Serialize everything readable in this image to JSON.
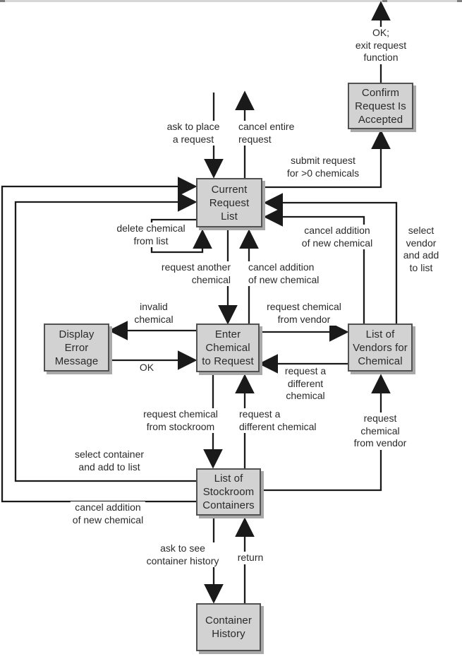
{
  "diagram": {
    "type": "state-diagram",
    "subject": "chemical request function workflow"
  },
  "colors": {
    "background": "#ffffff",
    "box_fill": "#d2d2d2",
    "box_border": "#525252",
    "box_shadow": "#a9a9a9",
    "line": "#1a1a1a",
    "text": "#2a2a2a"
  },
  "states": {
    "confirm_request": {
      "label": "Confirm\nRequest Is\nAccepted"
    },
    "current_request_list": {
      "label": "Current\nRequest\nList"
    },
    "display_error": {
      "label": "Display\nError\nMessage"
    },
    "enter_chemical": {
      "label": "Enter\nChemical\nto Request"
    },
    "vendors_list": {
      "label": "List of\nVendors for\nChemical"
    },
    "stockroom_list": {
      "label": "List of\nStockroom\nContainers"
    },
    "container_history": {
      "label": "Container\nHistory"
    }
  },
  "transitions": {
    "exit_function": "OK;\nexit request\nfunction",
    "ask_to_place": "ask to place\na request",
    "cancel_entire": "cancel entire\nrequest",
    "submit_request": "submit request\nfor >0 chemicals",
    "delete_chemical": "delete chemical\nfrom list",
    "request_another": "request another\nchemical",
    "cancel_addition_mid": "cancel addition\nof new chemical",
    "cancel_addition_right": "cancel addition\nof new chemical",
    "select_vendor": "select vendor\nand add to list",
    "invalid_chemical": "invalid\nchemical",
    "ok": "OK",
    "request_from_vendor": "request chemical\nfrom vendor",
    "request_different_right": "request a\ndifferent\nchemical",
    "request_from_stockroom": "request chemical\nfrom stockroom",
    "request_different_mid": "request a\ndifferent chemical",
    "request_from_vendor_bottom": "request\nchemical\nfrom vendor",
    "select_container": "select container\nand add to list",
    "cancel_addition_bottom": "cancel addition\nof new chemical",
    "ask_history": "ask to see\ncontainer history",
    "return": "return"
  }
}
